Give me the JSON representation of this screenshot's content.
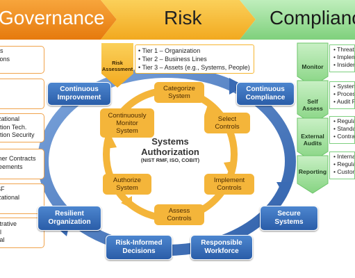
{
  "header": {
    "governance": "Governance",
    "risk": "Risk",
    "compliance": "Complianc"
  },
  "risk_assessment": {
    "label_line1": "Risk",
    "label_line2": "Assessment",
    "tiers": [
      "• Tier 1 – Organization",
      "• Tier 2 – Business Lines",
      "• Tier 3 – Assets (e.g., Systems, People)"
    ]
  },
  "left_boxes": [
    [
      "es",
      "tions"
    ],
    [
      "",
      ""
    ],
    [
      "izational",
      "ation Tech.",
      "ation Security"
    ],
    [
      "mer Contracts",
      "reements"
    ],
    [
      "SF",
      "",
      "izational"
    ],
    [
      "strative",
      "al",
      "cal"
    ]
  ],
  "outer_cycle": {
    "continuous_improvement": [
      "Continuous",
      "Improvement"
    ],
    "continuous_compliance": [
      "Continuous",
      "Compliance"
    ],
    "resilient_organization": [
      "Resilient",
      "Organization"
    ],
    "secure_systems": [
      "Secure",
      "Systems"
    ],
    "risk_informed_decisions": [
      "Risk-Informed",
      "Decisions"
    ],
    "responsible_workforce": [
      "Responsible",
      "Workforce"
    ]
  },
  "inner_cycle": {
    "categorize": [
      "Categorize",
      "System"
    ],
    "select": [
      "Select",
      "Controls"
    ],
    "implement": [
      "Implement",
      "Controls"
    ],
    "assess": [
      "Assess",
      "Controls"
    ],
    "authorize": [
      "Authorize",
      "System"
    ],
    "monitor": [
      "Continuously",
      "Monitor",
      "System"
    ]
  },
  "center": {
    "title_line1": "Systems",
    "title_line2": "Authorization",
    "subtitle": "(NIST RMF, ISO, COBIT)"
  },
  "compliance_steps": [
    {
      "label": [
        "Monitor"
      ],
      "items": [
        "• Threat",
        "• Implem",
        "• Insider"
      ]
    },
    {
      "label": [
        "Self",
        "Assess"
      ],
      "items": [
        "• System",
        "• Process",
        "• Audit P"
      ]
    },
    {
      "label": [
        "External",
        "Audits"
      ],
      "items": [
        "• Regulat",
        "• Standa",
        "• Contrac"
      ]
    },
    {
      "label": [
        "Reporting"
      ],
      "items": [
        "• Interna",
        "• Regulat",
        "• Custom"
      ]
    }
  ],
  "colors": {
    "governance_orange": "#f08a1e",
    "risk_yellow": "#f6b52e",
    "compliance_green": "#8dd68a",
    "cycle_blue": "#2f62ad",
    "inner_ring": "#f4b53a"
  }
}
